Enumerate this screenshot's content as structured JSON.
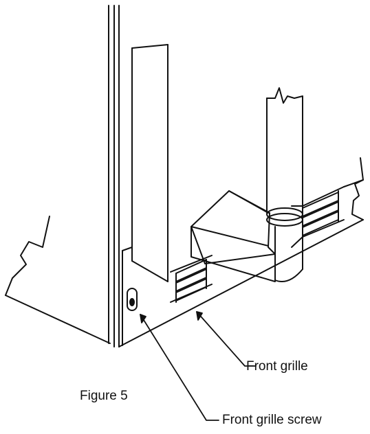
{
  "figure": {
    "caption": "Figure 5",
    "line_color": "#111111",
    "background": "#ffffff"
  },
  "callouts": {
    "front_grille": "Front grille",
    "front_grille_screw": "Front grille screw"
  }
}
